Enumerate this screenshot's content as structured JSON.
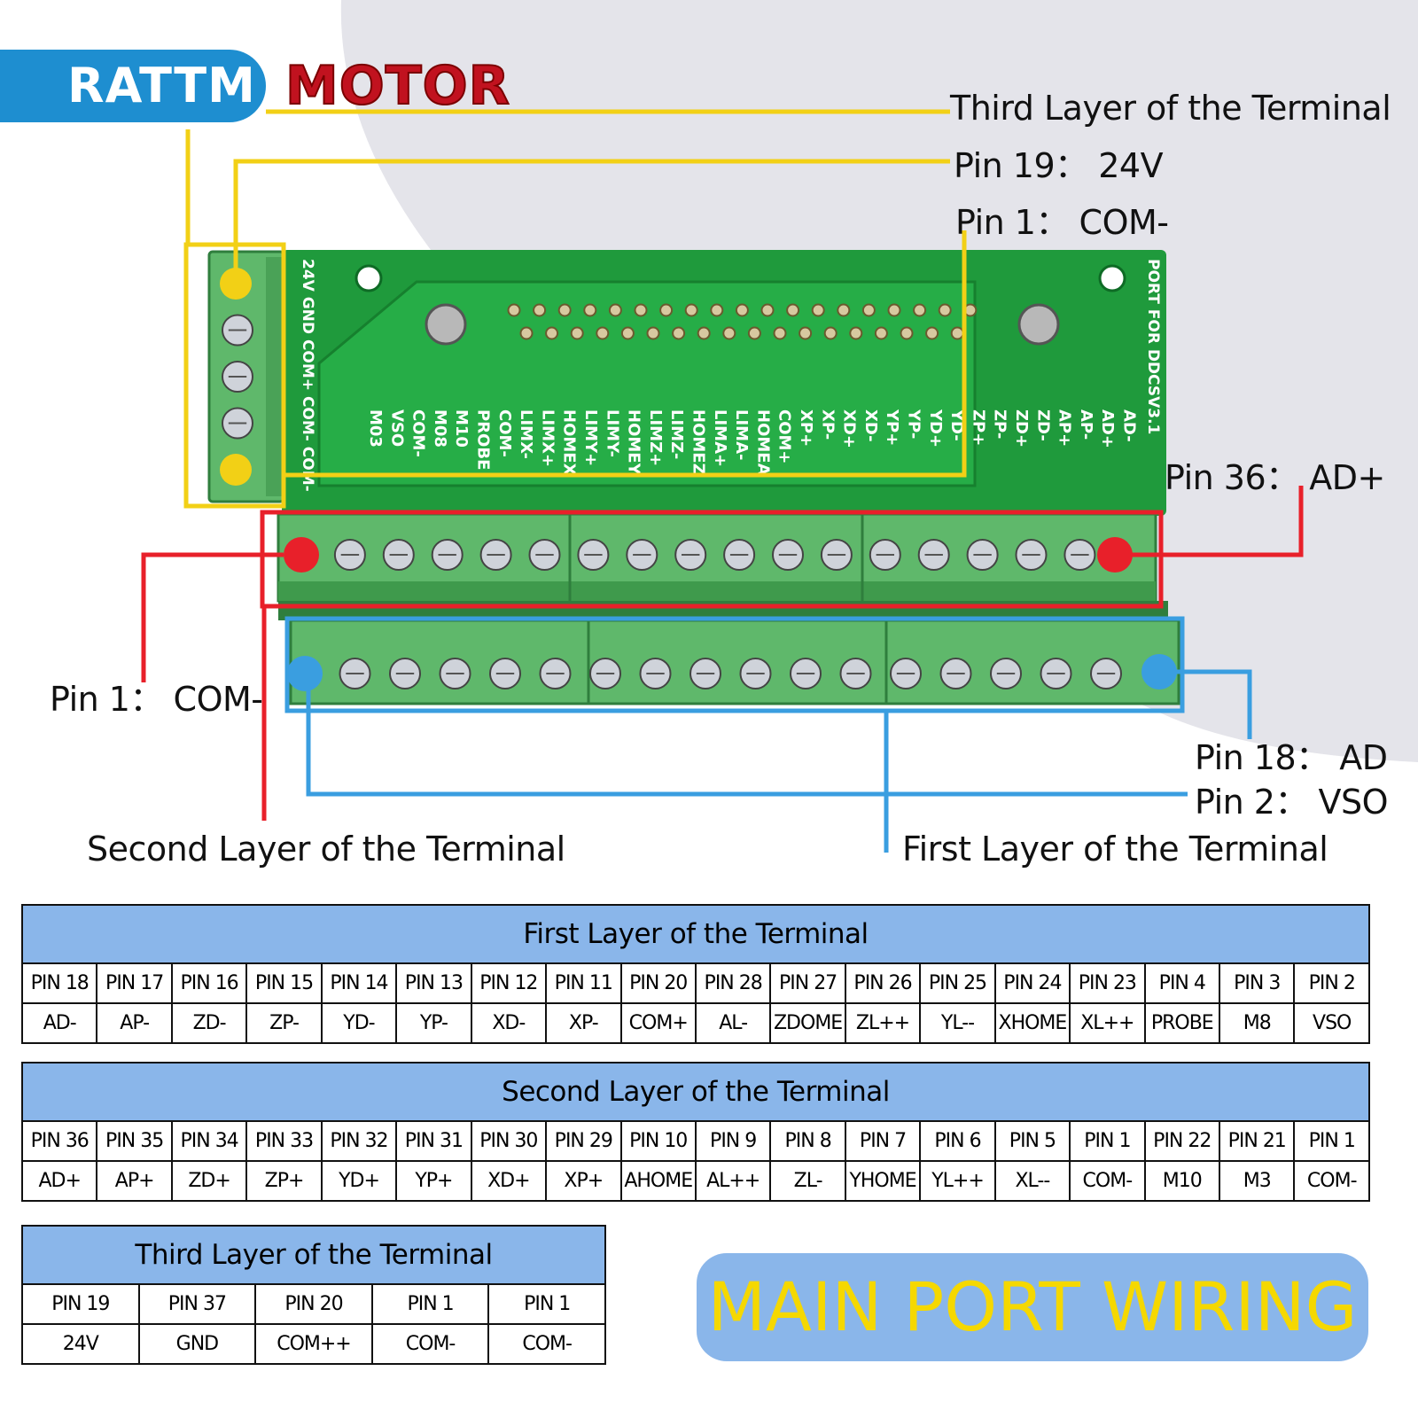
{
  "brand": {
    "left": "RATTM",
    "right": "MOTOR"
  },
  "colors": {
    "third_layer": "#f2d016",
    "second_layer": "#e8202a",
    "first_layer": "#3a9ee0",
    "board": "#1f9a3c",
    "terminal": "#5fb86b",
    "table_header": "#8ab6ea",
    "banner_text": "#f5d800"
  },
  "callouts": {
    "third_layer": "Third Layer of the Terminal",
    "pin19": "Pin 19： 24V",
    "pin1_top": "Pin 1： COM-",
    "pin36": "Pin 36： AD+",
    "pin1_left": "Pin 1： COM-",
    "pin18": "Pin 18： AD",
    "pin2": "Pin 2： VSO",
    "second_layer": "Second Layer of the Terminal",
    "first_layer": "First Layer of the Terminal"
  },
  "board": {
    "port_label": "PORT FOR DDCSV3.1",
    "power_label": "24V GND COM+ COM- COM-",
    "signals": [
      "M03",
      "VSO",
      "COM-",
      "M08",
      "M10",
      "PROBE",
      "COM-",
      "LIMX-",
      "LIMX+",
      "HOMEX",
      "LIMY+",
      "LIMY-",
      "HOMEY",
      "LIMZ+",
      "LIMZ-",
      "HOMEZ",
      "LIMA+",
      "LIMA-",
      "HOMEA",
      "COM+",
      "XP+",
      "XP-",
      "XD+",
      "XD-",
      "YP+",
      "YP-",
      "YD+",
      "YD-",
      "ZP+",
      "ZP-",
      "ZD+",
      "ZD-",
      "AP+",
      "AP-",
      "AD+",
      "AD-"
    ]
  },
  "tables": {
    "first": {
      "title": "First Layer of the Terminal",
      "pins": [
        "PIN 18",
        "PIN 17",
        "PIN 16",
        "PIN 15",
        "PIN 14",
        "PIN 13",
        "PIN 12",
        "PIN 11",
        "PIN 20",
        "PIN 28",
        "PIN 27",
        "PIN 26",
        "PIN 25",
        "PIN 24",
        "PIN 23",
        "PIN 4",
        "PIN 3",
        "PIN 2"
      ],
      "signals": [
        "AD-",
        "AP-",
        "ZD-",
        "ZP-",
        "YD-",
        "YP-",
        "XD-",
        "XP-",
        "COM+",
        "AL-",
        "ZDOME",
        "ZL++",
        "YL--",
        "XHOME",
        "XL++",
        "PROBE",
        "M8",
        "VSO"
      ]
    },
    "second": {
      "title": "Second Layer of the Terminal",
      "pins": [
        "PIN 36",
        "PIN 35",
        "PIN 34",
        "PIN 33",
        "PIN 32",
        "PIN 31",
        "PIN 30",
        "PIN 29",
        "PIN 10",
        "PIN 9",
        "PIN 8",
        "PIN 7",
        "PIN 6",
        "PIN 5",
        "PIN 1",
        "PIN 22",
        "PIN 21",
        "PIN 1"
      ],
      "signals": [
        "AD+",
        "AP+",
        "ZD+",
        "ZP+",
        "YD+",
        "YP+",
        "XD+",
        "XP+",
        "AHOME",
        "AL++",
        "ZL-",
        "YHOME",
        "YL++",
        "XL--",
        "COM-",
        "M10",
        "M3",
        "COM-"
      ]
    },
    "third": {
      "title": "Third Layer of the Terminal",
      "pins": [
        "PIN 19",
        "PIN 37",
        "PIN 20",
        "PIN 1",
        "PIN 1"
      ],
      "signals": [
        "24V",
        "GND",
        "COM++",
        "COM-",
        "COM-"
      ]
    }
  },
  "banner": "MAIN PORT WIRING"
}
